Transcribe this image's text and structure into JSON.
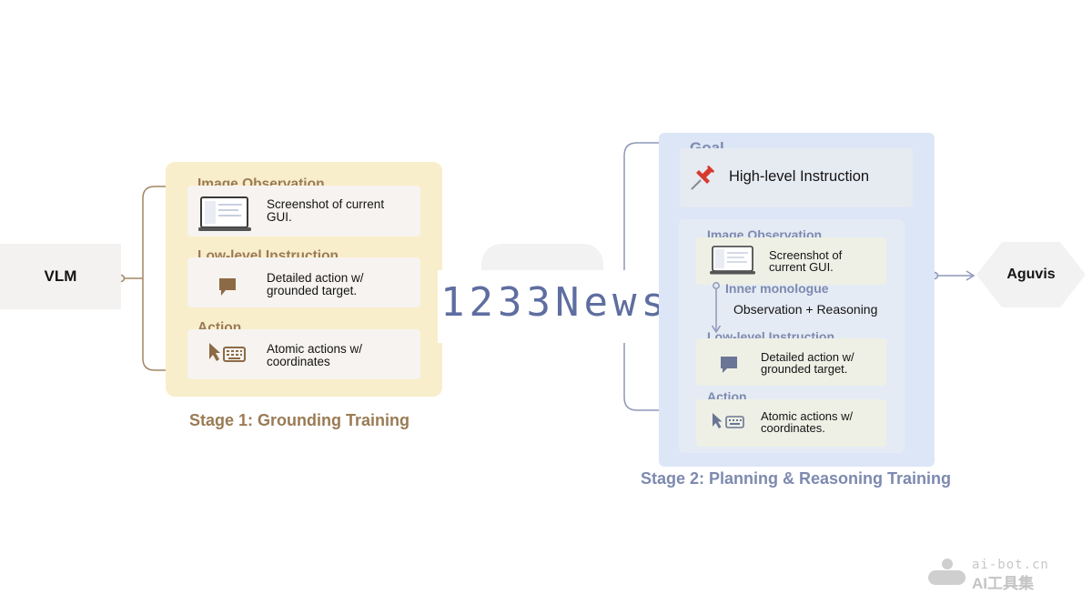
{
  "vlm": {
    "label": "VLM"
  },
  "stage1": {
    "title": "Stage 1: Grounding Training",
    "image_observation": {
      "label": "Image Observation",
      "text_line1": "Screenshot of current",
      "text_line2": "GUI."
    },
    "low_level_instruction": {
      "label": "Low-level Instruction",
      "text_line1": "Detailed action w/",
      "text_line2": "grounded target."
    },
    "action": {
      "label": "Action",
      "text_line1": "Atomic actions w/",
      "text_line2": "coordinates"
    }
  },
  "watermark": {
    "text": "1233News"
  },
  "stage2": {
    "title": "Stage 2: Planning & Reasoning Training",
    "goal": {
      "label": "Goal",
      "text": "High-level Instruction"
    },
    "image_observation": {
      "label": "Image Observation",
      "text_line1": "Screenshot of",
      "text_line2": "current GUI."
    },
    "inner_monologue": {
      "label": "Inner monologue",
      "text": "Observation + Reasoning"
    },
    "low_level_instruction": {
      "label": "Low-level Instruction",
      "text_line1": "Detailed action w/",
      "text_line2": "grounded target."
    },
    "action": {
      "label": "Action",
      "text_line1": "Atomic actions w/",
      "text_line2": "coordinates."
    }
  },
  "aguvis": {
    "label": "Aguvis"
  },
  "site_watermark": {
    "domain": "ai-bot.cn",
    "name": "AI工具集"
  },
  "colors": {
    "stage1_panel": "#f9eecb",
    "stage1_accent": "#9a7b55",
    "stage2_panel": "#dce6f6",
    "stage2_accent": "#7d8aaf",
    "watermark_text": "#5f6ea0"
  },
  "icons": [
    "laptop-icon",
    "speech-bubble-icon",
    "cursor-icon",
    "keyboard-icon",
    "pushpin-icon",
    "watermark-logo-icon"
  ]
}
